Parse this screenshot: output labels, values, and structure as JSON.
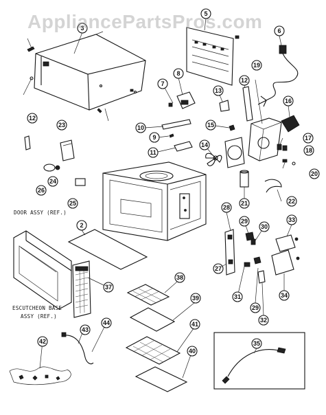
{
  "watermark": "AppliancePartsPros.com",
  "labels": {
    "door_assy": "DOOR ASSY (REF.)",
    "escutcheon_line1": "ESCUTCHEON BASE",
    "escutcheon_line2": "ASSY (REF.)"
  },
  "callouts": [
    "2",
    "3",
    "5",
    "6",
    "7",
    "8",
    "9",
    "10",
    "11",
    "12",
    "12",
    "13",
    "14",
    "15",
    "16",
    "17",
    "18",
    "19",
    "20",
    "21",
    "22",
    "23",
    "24",
    "25",
    "26",
    "27",
    "28",
    "29",
    "29",
    "30",
    "31",
    "32",
    "33",
    "34",
    "35",
    "37",
    "38",
    "39",
    "40",
    "41",
    "42",
    "43",
    "44"
  ],
  "colors": {
    "ink": "#111111",
    "watermark": "#a0a0a0"
  }
}
